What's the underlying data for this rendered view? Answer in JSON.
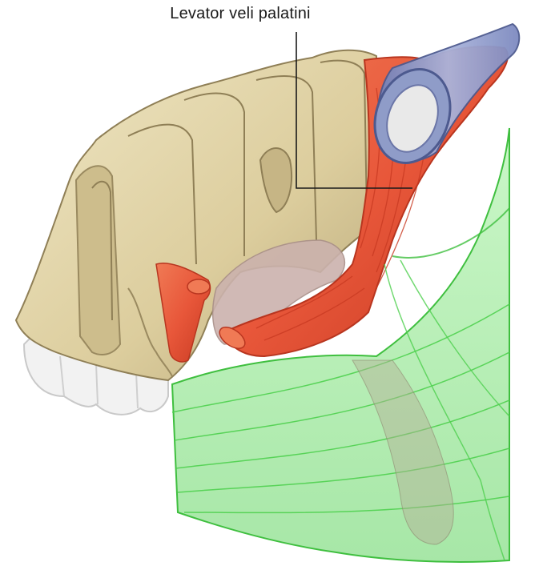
{
  "labels": {
    "levator_veli_palatini": "Levator veli palatini"
  },
  "colors": {
    "bone": "#e3d7ae",
    "bone_shadow": "#b9a87a",
    "muscle": "#e8573a",
    "muscle_dark": "#c83a22",
    "cartilage_tube": "#8f9cc8",
    "pharynx_wall": "#5fd35f",
    "soft_tissue": "#cbb2ad",
    "teeth": "#f2f2f2"
  },
  "structures": [
    "maxilla-and-palatine-bone",
    "pterygoid-plates",
    "pharyngotympanic-tube-cartilage",
    "levator-veli-palatini-muscle",
    "tensor-veli-palatini-muscle",
    "soft-palate",
    "superior-pharyngeal-constrictor",
    "teeth"
  ]
}
